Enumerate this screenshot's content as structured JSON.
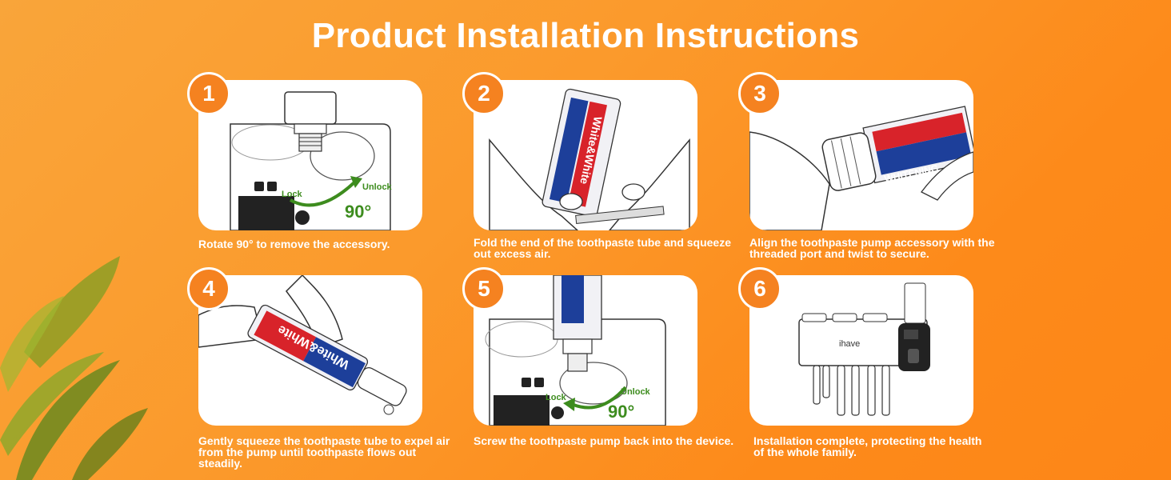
{
  "title": "Product Installation Instructions",
  "colors": {
    "accent": "#f58220",
    "background": "#fb9a2c",
    "card": "#ffffff",
    "arrow_green": "#3d8c1e",
    "tube_red": "#d8232a",
    "tube_blue": "#1d3f9a"
  },
  "steps": [
    {
      "number": "1",
      "caption": "Rotate 90° to remove the accessory.",
      "labels": {
        "lock": "Lock",
        "unlock": "Unlock",
        "angle": "90°"
      }
    },
    {
      "number": "2",
      "caption": "Fold the end of the toothpaste tube and squeeze out excess air.",
      "tube_text": "White&White"
    },
    {
      "number": "3",
      "caption": "Align the toothpaste pump accessory with the threaded port and twist to secure.",
      "tube_text": "WHITENING"
    },
    {
      "number": "4",
      "caption": "Gently squeeze the toothpaste tube to expel air from the pump until toothpaste flows out steadily.",
      "tube_text": "White&White"
    },
    {
      "number": "5",
      "caption": "Screw the toothpaste pump back into the device.",
      "labels": {
        "lock": "Lock",
        "unlock": "Unlock",
        "angle": "90°"
      }
    },
    {
      "number": "6",
      "caption": "Installation complete, protecting the health of the whole family.",
      "brand": "ihave"
    }
  ]
}
